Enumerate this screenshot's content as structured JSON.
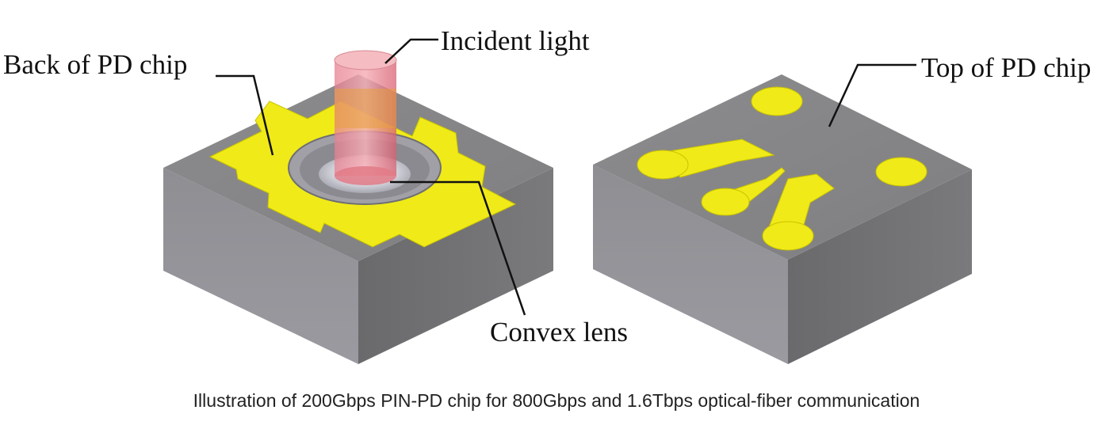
{
  "labels": {
    "back_of_chip": "Back of PD chip",
    "incident_light": "Incident light",
    "top_of_chip": "Top of PD chip",
    "convex_lens": "Convex lens"
  },
  "caption": "Illustration of 200Gbps PIN-PD chip for 800Gbps and 1.6Tbps optical-fiber communication",
  "colors": {
    "chip_top": "#8a8a8c",
    "chip_side_left": "#8f8f94",
    "chip_side_right": "#6e6e70",
    "electrode_yellow": "#f0ea18",
    "light_beam": "#e8707a",
    "leader_line": "#111111"
  }
}
